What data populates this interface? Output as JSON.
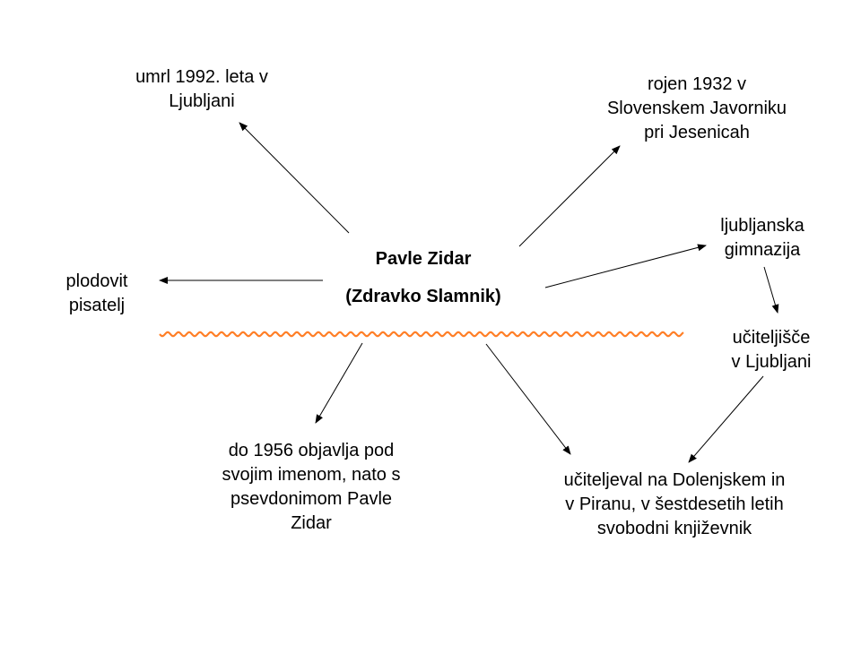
{
  "center": {
    "name": "Pavle Zidar",
    "alias": "(Zdravko Slamnik)"
  },
  "nodes": {
    "died": "umrl 1992. leta v\nLjubljani",
    "born": "rojen 1932 v\nSlovenskem Javorniku\npri Jesenicah",
    "gymnasium": "ljubljanska\ngimnazija",
    "teacher_school": "učiteljišče\nv Ljubljani",
    "writer": "plodovit\npisatelj",
    "pseudonym": "do 1956 objavlja pod\nsvojim imenom, nato s\npsevdonimom Pavle\nZidar",
    "taught": "učiteljeval na Dolenjskem in\nv Piranu, v šestdesetih letih\nsvobodni književnik"
  },
  "colors": {
    "arrow": "#000000",
    "wave": "#ff7f27"
  }
}
